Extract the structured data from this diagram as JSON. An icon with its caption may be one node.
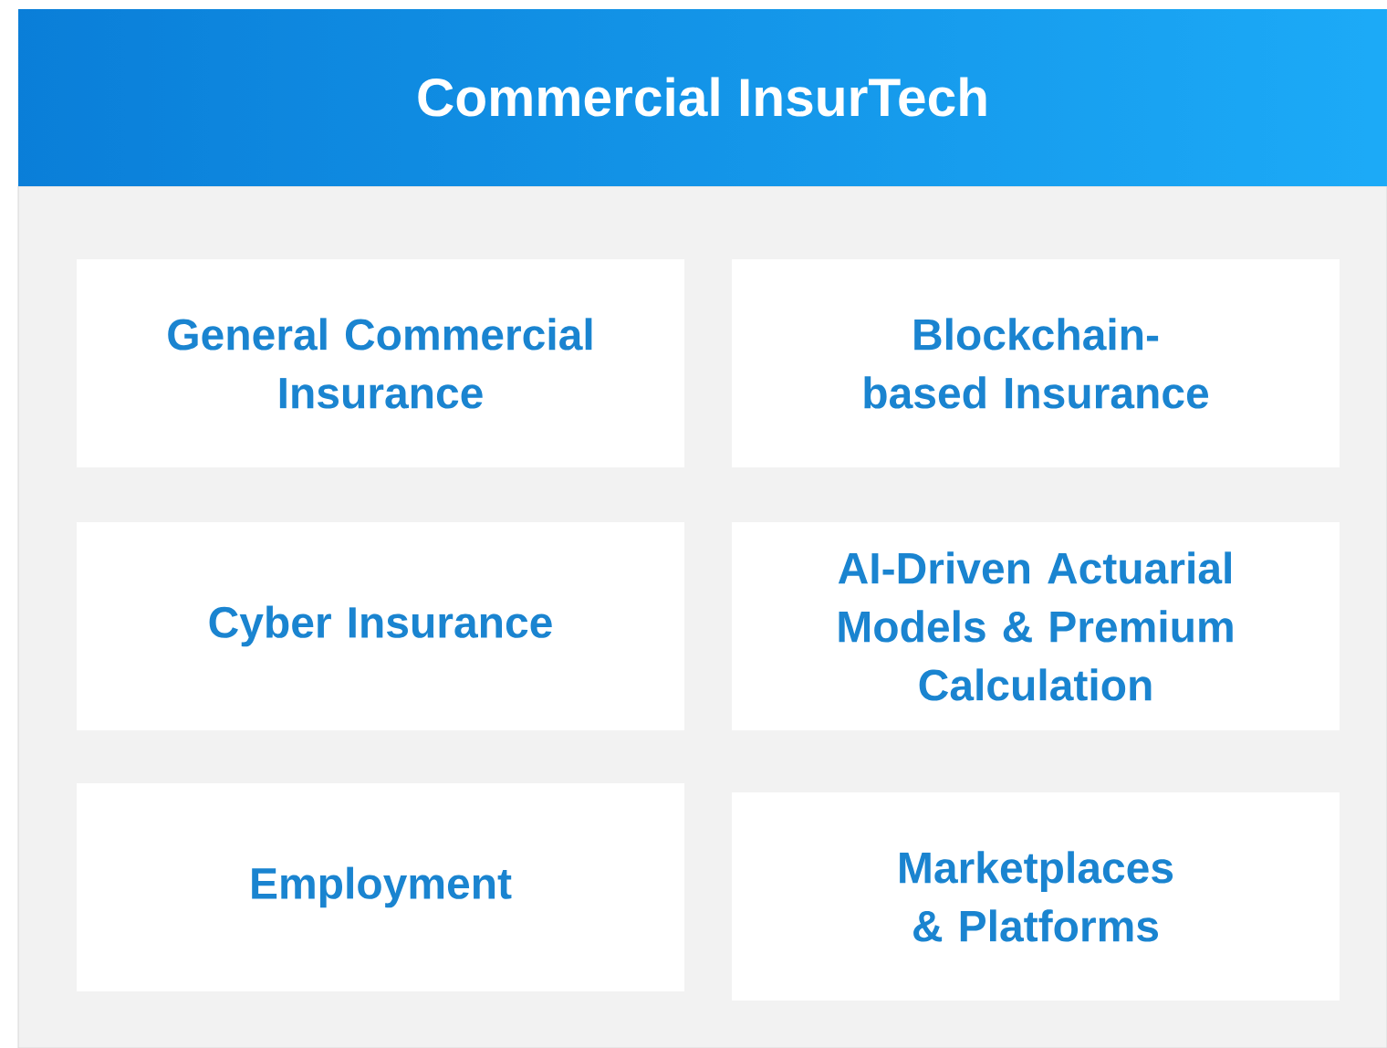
{
  "diagram": {
    "title": "Commercial InsurTech",
    "nodes": [
      {
        "text": [
          "General Commercial Insurance"
        ]
      },
      {
        "text": [
          "Blockchain-based Insurance"
        ]
      },
      {
        "text": [
          "Cyber Insurance"
        ]
      },
      {
        "text": [
          "AI-Driven Actuarial Models & Premium Calculation"
        ]
      },
      {
        "text": [
          "Employment"
        ]
      },
      {
        "text": [
          "Marketplaces & Platforms"
        ]
      }
    ]
  }
}
